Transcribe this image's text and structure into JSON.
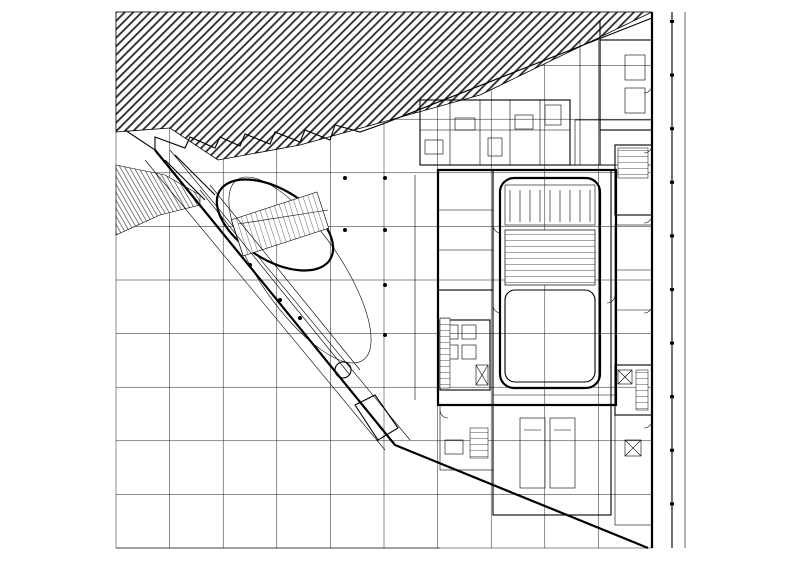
{
  "drawing": {
    "kind": "architectural floor plan",
    "grid": {
      "columns": 10,
      "rows": 10,
      "visible": true
    },
    "hatch_color": "#2b2b2b",
    "line_color": "#000000",
    "background": "#ffffff"
  }
}
